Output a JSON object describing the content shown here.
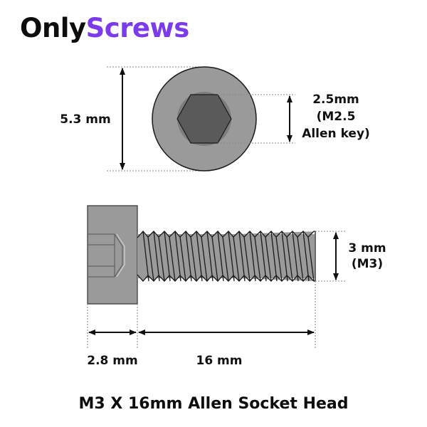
{
  "brand": {
    "part1": "Only",
    "part2": "Screws",
    "accent_color": "#7c3aed"
  },
  "diagram": {
    "top_view": {
      "head_diameter_label": "5.3 mm",
      "hex_key_label_line1": "2.5mm",
      "hex_key_label_line2": "(M2.5",
      "hex_key_label_line3": "Allen key)"
    },
    "side_view": {
      "thread_diameter_line1": "3 mm",
      "thread_diameter_line2": "(M3)",
      "head_height_label": "2.8 mm",
      "shaft_length_label": "16 mm"
    },
    "colors": {
      "body": "#9a9a9a",
      "socket": "#5a5a5a",
      "outline": "#1a1a1a"
    }
  },
  "product_title": "M3 X 16mm Allen Socket Head"
}
